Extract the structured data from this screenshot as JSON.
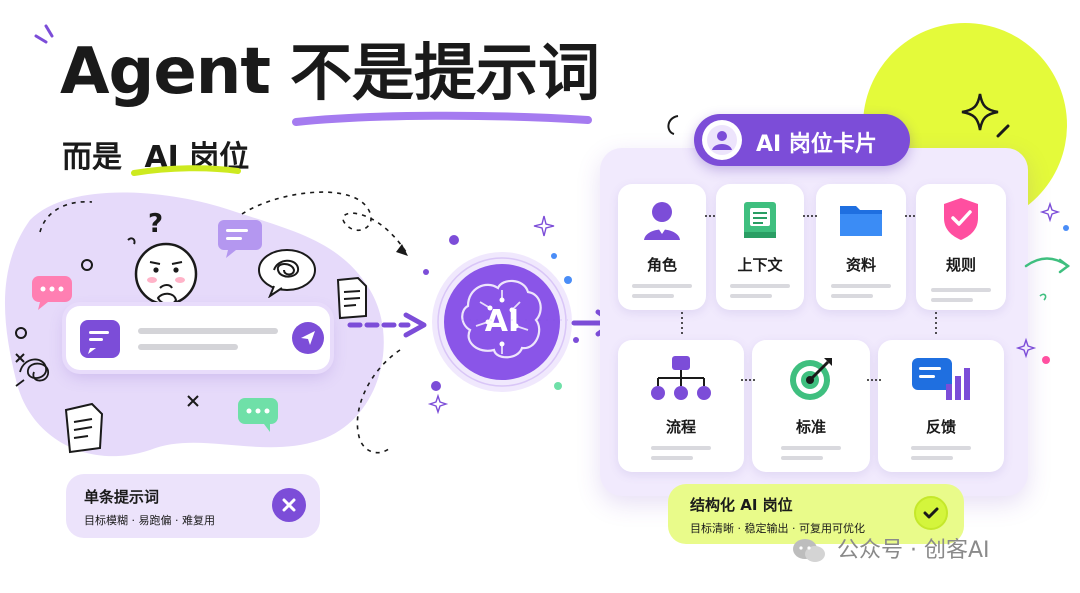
{
  "headline": {
    "title_en": "Agent",
    "title_cn": "不是提示词",
    "subtitle_prefix": "而是",
    "subtitle_highlight": "AI 岗位"
  },
  "left": {
    "prompt_card": {
      "title": "单条提示词",
      "desc": "目标模糊 · 易跑偏 · 难复用"
    }
  },
  "center": {
    "brain_label": "AI"
  },
  "right": {
    "header": "AI 岗位卡片",
    "tiles": [
      {
        "label": "角色"
      },
      {
        "label": "上下文"
      },
      {
        "label": "资料"
      },
      {
        "label": "规则"
      },
      {
        "label": "流程"
      },
      {
        "label": "标准"
      },
      {
        "label": "反馈"
      }
    ],
    "result_card": {
      "title": "结构化 AI 岗位",
      "desc": "目标清晰 · 稳定输出 · 可复用可优化"
    }
  },
  "watermark": {
    "text": "公众号 · 创客AI"
  },
  "colors": {
    "purple": "#7c4dd8",
    "lavender": "#e6dafa",
    "lime": "#dcf53a",
    "ink": "#1a1a1a"
  }
}
